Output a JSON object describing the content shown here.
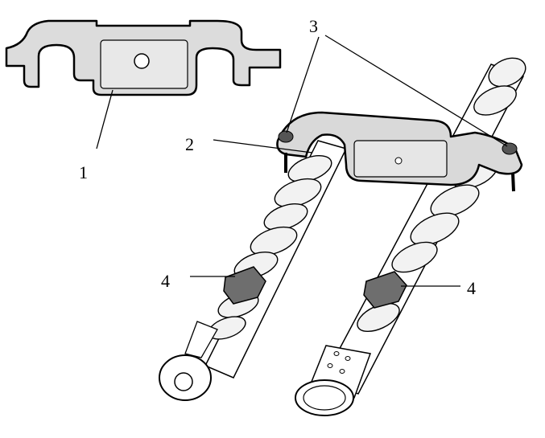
{
  "labels": {
    "tool_detail": "1",
    "locking_tool": "2",
    "bolts": "3",
    "nut_left": "4",
    "nut_right": "4"
  },
  "colors": {
    "tool_fill": "#d9d9d9",
    "shaft_fill": "#ffffff",
    "shaft_shade": "#cfcfcf",
    "nut_fill": "#6e6e6e",
    "line": "#000000"
  }
}
